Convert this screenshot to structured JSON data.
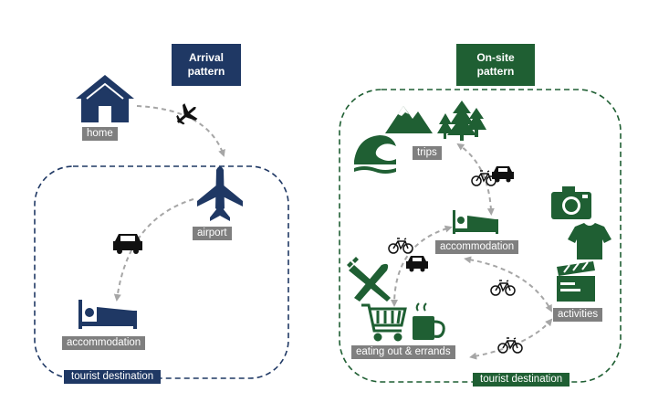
{
  "colors": {
    "arrival": "#1f3864",
    "onsite": "#1f5f33",
    "label_bg": "#7f7f7f",
    "arrow": "#a6a6a6"
  },
  "arrival": {
    "title": "Arrival\npattern",
    "labels": {
      "home": "home",
      "airport": "airport",
      "accommodation": "accommodation"
    },
    "destination": "tourist destination",
    "icons": [
      "house-icon",
      "plane-icon",
      "car-icon",
      "bed-icon"
    ]
  },
  "onsite": {
    "title": "On-site\npattern",
    "labels": {
      "trips": "trips",
      "accommodation": "accommodation",
      "activities": "activities",
      "eating": "eating out & errands"
    },
    "destination": "tourist destination",
    "icons": [
      "mountain-icon",
      "trees-icon",
      "wave-icon",
      "bicycle-icon",
      "car-icon",
      "bed-icon",
      "camera-icon",
      "tshirt-icon",
      "clapperboard-icon",
      "fork-knife-icon",
      "shopping-cart-icon",
      "coffee-mug-icon"
    ]
  }
}
